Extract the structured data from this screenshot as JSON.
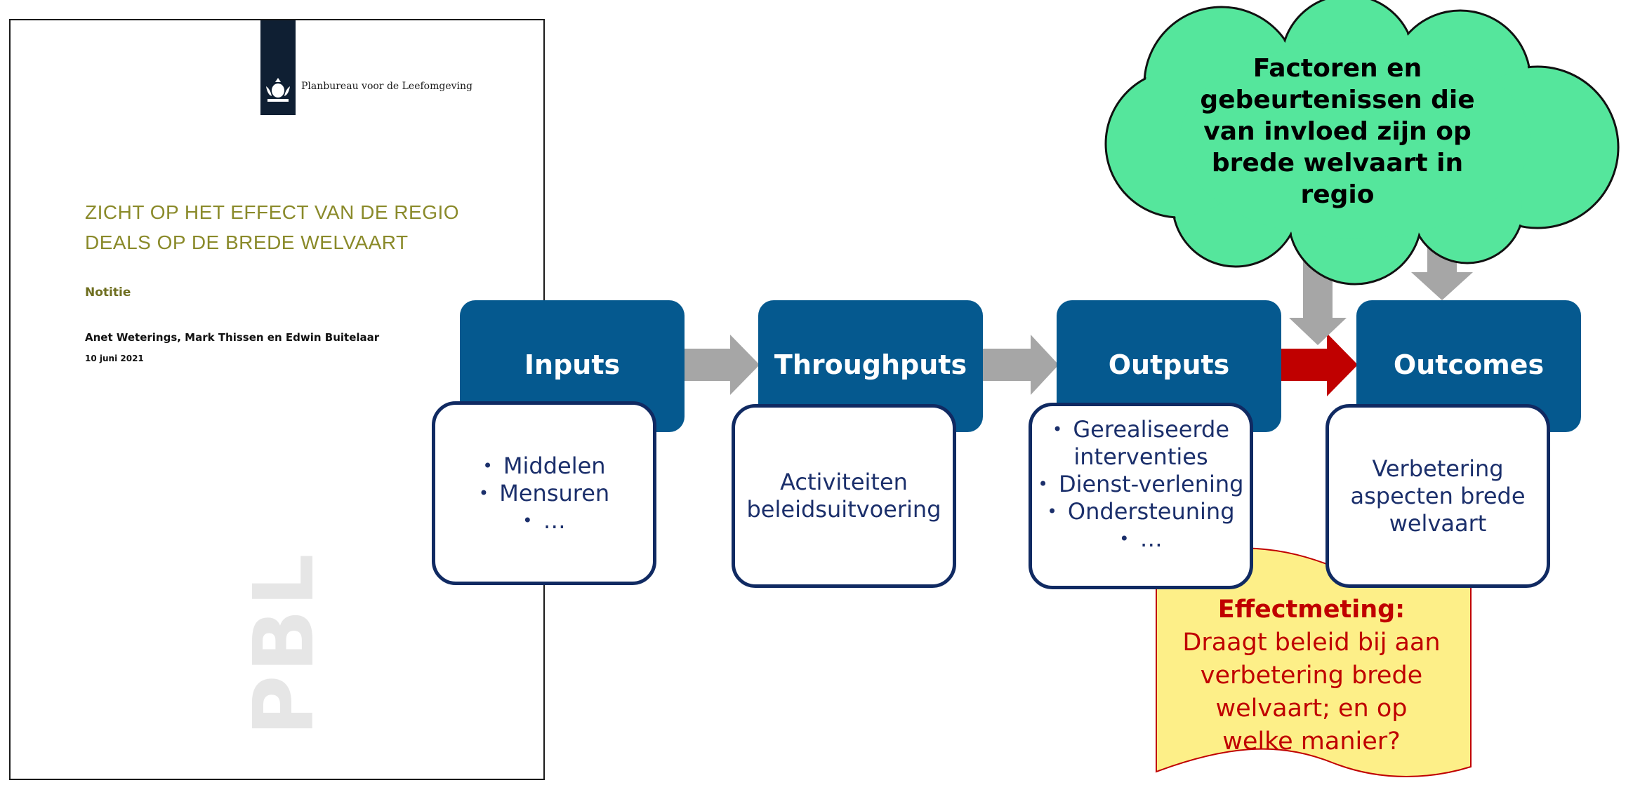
{
  "document": {
    "organization": "Planbureau voor de Leefomgeving",
    "title_line1": "ZICHT OP HET EFFECT VAN DE REGIO",
    "title_line2": "DEALS OP DE BREDE WELVAART",
    "doc_type": "Notitie",
    "authors": "Anet Weterings, Mark Thissen en Edwin Buitelaar",
    "date": "10 juni 2021",
    "watermark": "PBL"
  },
  "flow": {
    "stages": [
      {
        "title": "Inputs",
        "items": [
          "Middelen",
          "Mensuren",
          "…"
        ]
      },
      {
        "title": "Throughputs",
        "lines": [
          "Activiteiten",
          "beleidsuitvoering"
        ]
      },
      {
        "title": "Outputs",
        "items": [
          "Gerealiseerde interventies",
          "Dienst-verlening",
          "Ondersteuning",
          "…"
        ]
      },
      {
        "title": "Outcomes",
        "lines": [
          "Verbetering",
          "aspecten brede",
          "welvaart"
        ]
      }
    ]
  },
  "cloud": {
    "lines": [
      "Factoren en",
      "gebeurtenissen die",
      "van invloed zijn op",
      "brede welvaart in",
      "regio"
    ]
  },
  "banner": {
    "title": "Effectmeting:",
    "lines": [
      "Draagt beleid bij aan",
      "verbetering brede",
      "welvaart; en op",
      "welke manier?"
    ]
  },
  "colors": {
    "stage_header": "#05598f",
    "stage_border": "#102a62",
    "stage_text": "#1b2f6b",
    "arrow_grey": "#a6a6a6",
    "arrow_red": "#c00000",
    "cloud_fill": "#55e69c",
    "banner_fill": "#fdef88",
    "banner_text": "#c00000"
  }
}
